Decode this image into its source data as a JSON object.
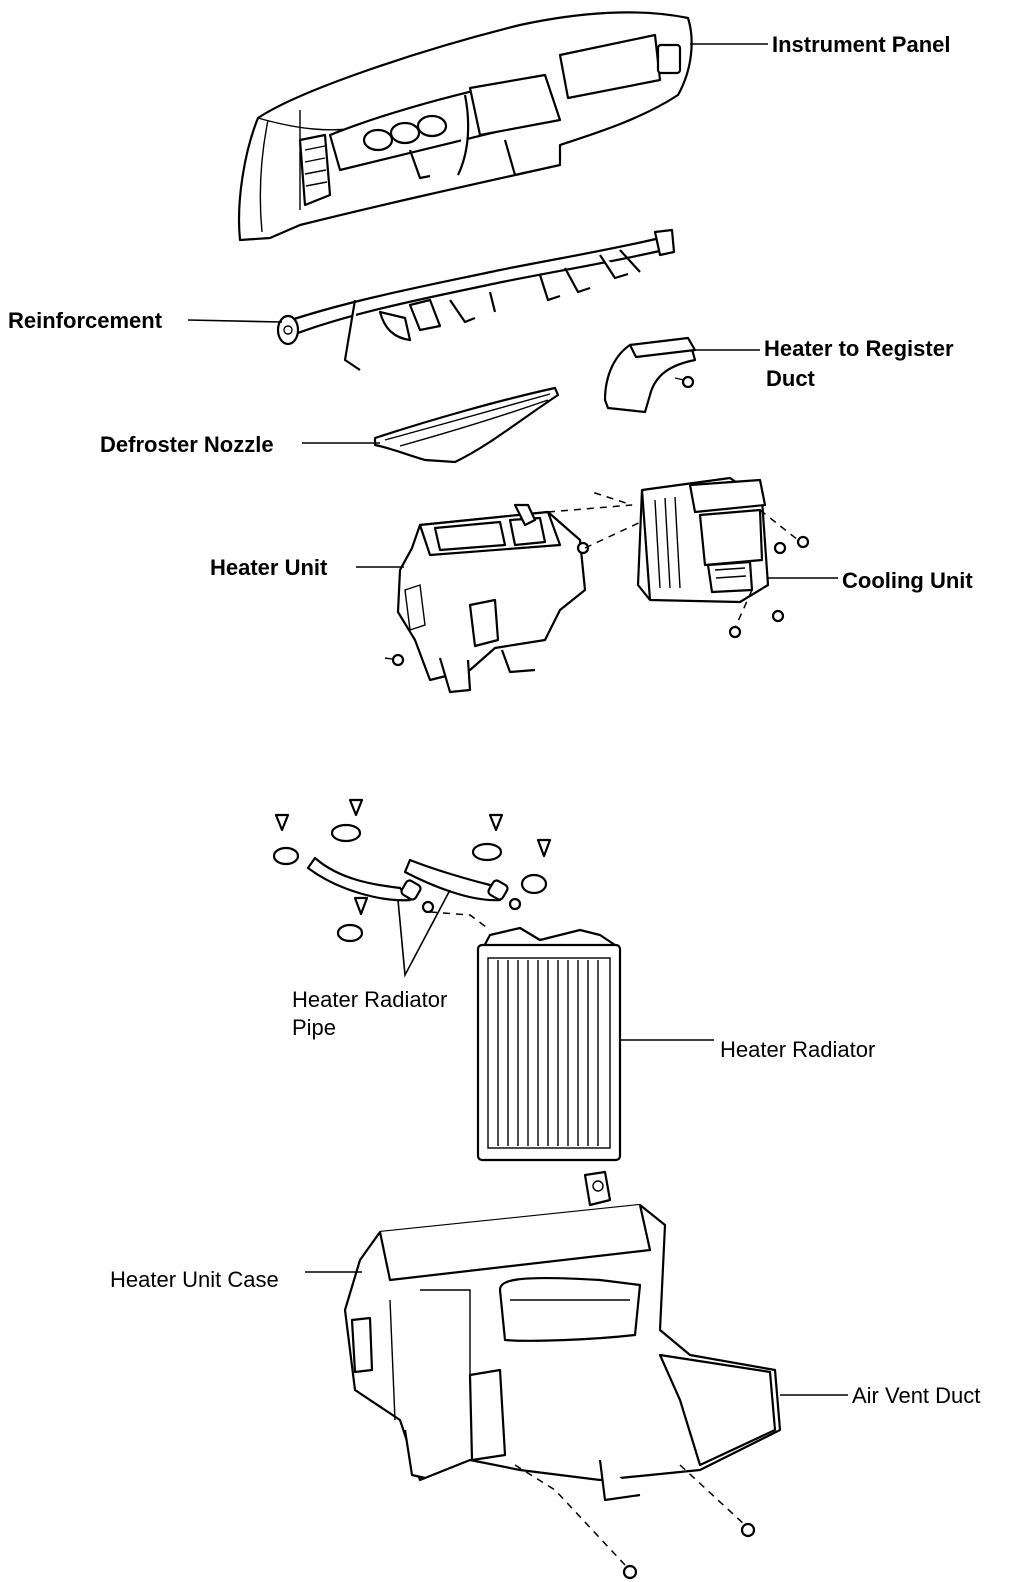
{
  "labels": {
    "instrument_panel": "Instrument Panel",
    "reinforcement": "Reinforcement",
    "heater_to_register_duct_line1": "Heater to Register",
    "heater_to_register_duct_line2": "Duct",
    "defroster_nozzle": "Defroster Nozzle",
    "heater_unit": "Heater Unit",
    "cooling_unit": "Cooling Unit",
    "heater_radiator_pipe_line1": "Heater Radiator",
    "heater_radiator_pipe_line2": "Pipe",
    "heater_radiator": "Heater Radiator",
    "heater_unit_case": "Heater Unit Case",
    "air_vent_duct": "Air Vent Duct"
  }
}
